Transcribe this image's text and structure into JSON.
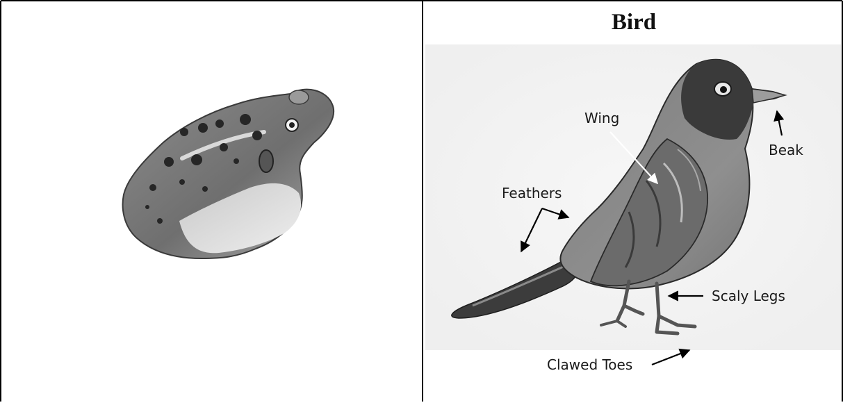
{
  "right_panel": {
    "title": "Bird",
    "labels": {
      "wing": "Wing",
      "beak": "Beak",
      "feathers": "Feathers",
      "scaly_legs": "Scaly Legs",
      "clawed_toes": "Clawed Toes"
    }
  },
  "colors": {
    "border": "#000000",
    "ink": "#1a1a1a",
    "illustration_dark": "#2e2e2e",
    "illustration_mid": "#8a8a8a",
    "illustration_light": "#d6d6d6"
  }
}
